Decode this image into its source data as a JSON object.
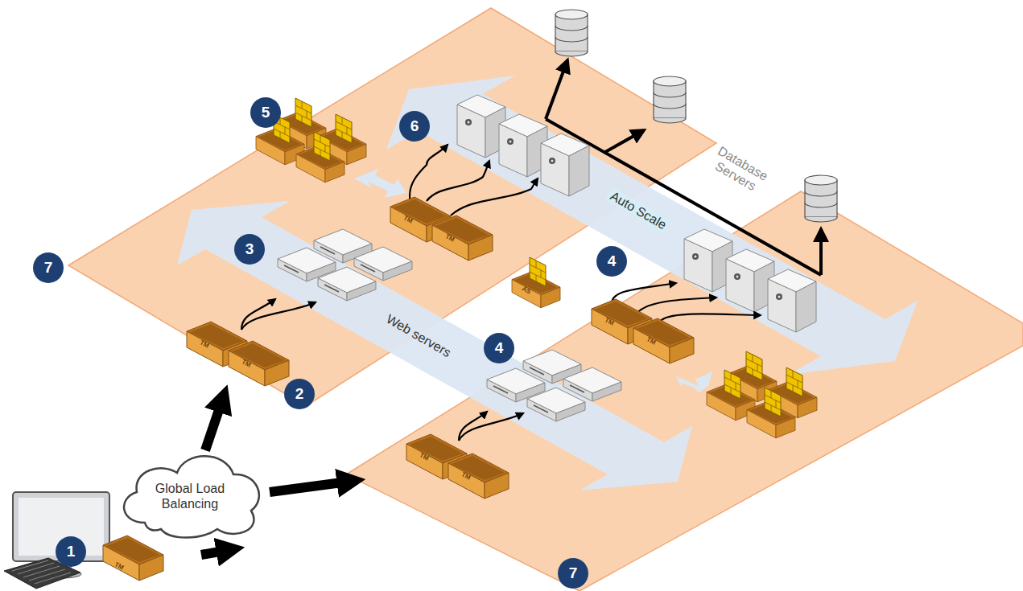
{
  "diagram": {
    "nodes": [
      {
        "text": [
          "Global Load Balancing"
        ]
      }
    ],
    "labels": [
      "1",
      "2",
      "3",
      "4",
      "4",
      "5",
      "6",
      "7",
      "7",
      "Web servers",
      "Auto Scale",
      "Database Servers",
      "TM",
      "TM",
      "TM",
      "TM",
      "TM",
      "TM",
      "TM",
      "TM",
      "TM",
      "AS"
    ]
  }
}
